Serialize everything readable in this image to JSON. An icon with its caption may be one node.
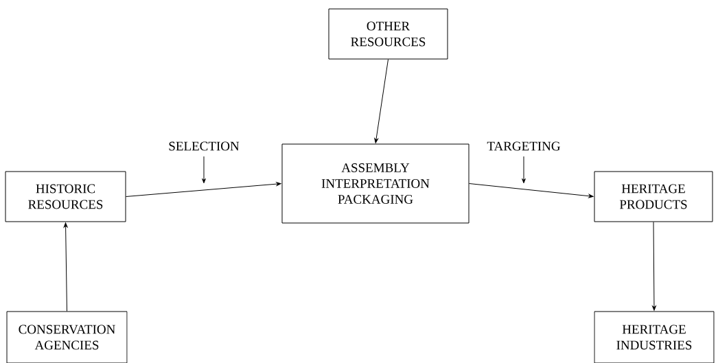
{
  "diagram": {
    "nodes": [
      {
        "text": [
          "OTHER RESOURCES"
        ]
      },
      {
        "text": [
          "HISTORIC RESOURCES"
        ]
      },
      {
        "text": [
          "ASSEMBLY INTERPRETATION PACKAGING"
        ]
      },
      {
        "text": [
          "HERITAGE PRODUCTS"
        ]
      },
      {
        "text": [
          "CONSERVATION AGENCIES"
        ]
      },
      {
        "text": [
          "HERITAGE INDUSTRIES"
        ]
      }
    ],
    "edges": [
      {
        "from": 0,
        "to": 2,
        "arrow": "to"
      },
      {
        "from": 1,
        "to": 2,
        "arrow": "to",
        "label": "SELECTION"
      },
      {
        "from": 2,
        "to": 3,
        "arrow": "to",
        "label": "TARGETING"
      },
      {
        "from": 4,
        "to": 1,
        "arrow": "to"
      },
      {
        "from": 3,
        "to": 5,
        "arrow": "to"
      }
    ]
  }
}
